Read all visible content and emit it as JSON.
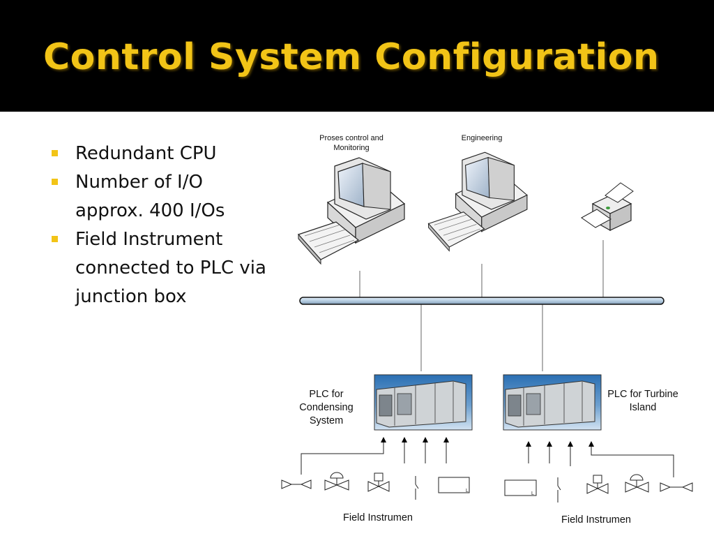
{
  "slide": {
    "title": "Control System Configuration",
    "bullets": [
      "Redundant CPU",
      "Number of I/O approx. 400 I/Os",
      "Field Instrument connected to PLC via junction box"
    ]
  },
  "diagram": {
    "labels": {
      "workstation_process": "Proses control and Monitoring",
      "workstation_engineering": "Engineering",
      "plc_left": "PLC for Condensing System",
      "plc_right": "PLC for Turbine Island",
      "field_left": "Field Instrumen",
      "field_right": "Field Instrumen"
    },
    "level_marker": "L"
  }
}
